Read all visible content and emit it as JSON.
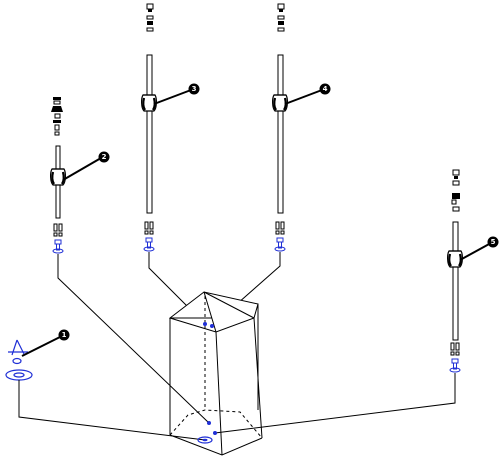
{
  "colors": {
    "line": "#000000",
    "highlight": "#1f2fd6",
    "background": "#ffffff"
  },
  "callouts": [
    "1",
    "2",
    "3",
    "4",
    "5"
  ]
}
